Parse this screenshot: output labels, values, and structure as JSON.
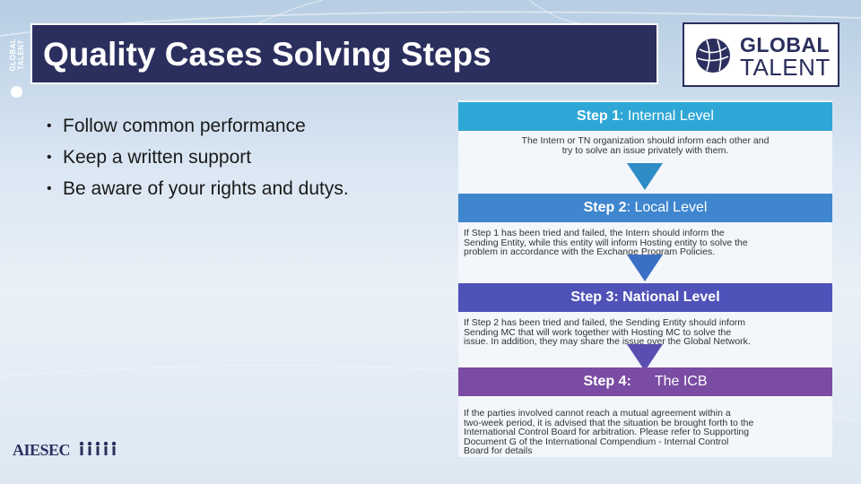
{
  "header": {
    "title": "Quality Cases Solving Steps",
    "side_logo_text": "GLOBAL TALENT"
  },
  "brand": {
    "line1": "GLOBAL",
    "line2": "TALENT"
  },
  "bullets": [
    "Follow common performance",
    "Keep a written support",
    "Be aware of your rights and dutys."
  ],
  "steps": [
    {
      "label": "Step 1",
      "name": ": Internal Level",
      "color": "#2ea7d6",
      "body_lines": [
        "The Intern or TN organization should inform each other and",
        "try to solve an issue privately with them."
      ]
    },
    {
      "label": "Step 2",
      "name": ": Local Level",
      "color": "#3f86cf",
      "body_lines": [
        "If Step 1 has been tried and failed, the Intern should inform the",
        "Sending Entity, while this entity will inform Hosting entity to solve the",
        "problem in accordance with the Exchange Program Policies."
      ]
    },
    {
      "label": "Step 3: ",
      "name": "National Level",
      "color": "#4f52b8",
      "body_lines": [
        "If Step 2 has been tried and failed, the Sending Entity should inform",
        "Sending MC that will work together with Hosting MC to solve the",
        "issue. In addition, they may share the issue over the Global Network."
      ]
    },
    {
      "label": "Step 4:",
      "name": "The ICB",
      "color": "#7a4ca3",
      "body_lines": [
        "If the parties involved cannot reach a mutual agreement within a",
        "two-week period, it is advised that the situation be brought forth to the",
        "International Control Board for arbitration. Please refer to Supporting",
        "Document G of the International Compendium - Internal Control",
        "Board for details"
      ]
    }
  ],
  "footer": {
    "logo_text": "AIESEC"
  },
  "colors": {
    "title_bg": "#2b2f5e",
    "brand_navy": "#2b2f5e"
  },
  "icons": [
    "globe-icon",
    "down-arrow-icon"
  ]
}
